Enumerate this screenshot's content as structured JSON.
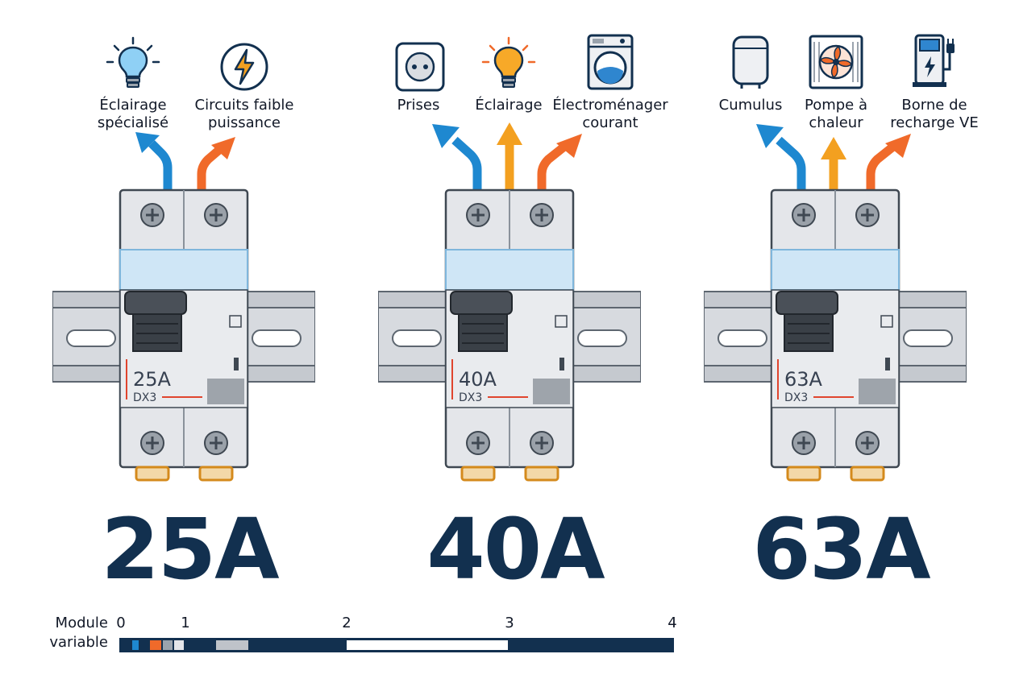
{
  "colors": {
    "navy": "#12304f",
    "blue": "#1e88d0",
    "orange_amber": "#f3a020",
    "orange_red": "#f06a2a",
    "breaker_body": "#e4e6ea",
    "rail": "#bfc3c9",
    "window": "#cfe6f6"
  },
  "breakers": [
    {
      "rating_label": "25A",
      "series": "DX3",
      "big_label": "25A",
      "outputs": [
        {
          "label_line1": "Éclairage",
          "label_line2": "spécialisé",
          "icon": "light-bulb-icon"
        },
        {
          "label_line1": "Circuits faible",
          "label_line2": "puissance",
          "icon": "lightning-bolt-icon"
        }
      ]
    },
    {
      "rating_label": "40A",
      "series": "DX3",
      "big_label": "40A",
      "outputs": [
        {
          "label_line1": "Prises",
          "label_line2": "",
          "icon": "wall-socket-icon"
        },
        {
          "label_line1": "Éclairage",
          "label_line2": "",
          "icon": "light-bulb-icon"
        },
        {
          "label_line1": "Électroménager",
          "label_line2": "courant",
          "icon": "washing-machine-icon"
        }
      ]
    },
    {
      "rating_label": "63A",
      "series": "DX3",
      "big_label": "63A",
      "outputs": [
        {
          "label_line1": "Cumulus",
          "label_line2": "",
          "icon": "water-heater-icon"
        },
        {
          "label_line1": "Pompe à",
          "label_line2": "chaleur",
          "icon": "heat-pump-fan-icon"
        },
        {
          "label_line1": "Borne de",
          "label_line2": "recharge VE",
          "icon": "ev-charger-icon"
        }
      ]
    }
  ],
  "module_scale": {
    "label_line1": "Module",
    "label_line2": "variable",
    "ticks": [
      "0",
      "1",
      "2",
      "3",
      "4"
    ]
  }
}
